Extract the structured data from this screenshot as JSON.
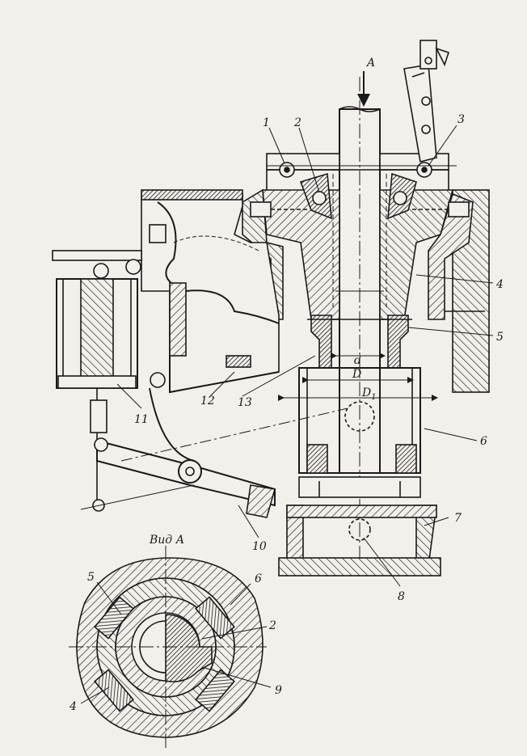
{
  "view_title": "Вид А",
  "direction_label": "A",
  "dimensions": {
    "d": "d",
    "D": "D",
    "D1": "D",
    "D1_sub": "1"
  },
  "part_numbers": [
    "1",
    "2",
    "3",
    "4",
    "5",
    "6",
    "7",
    "8",
    "9",
    "10",
    "11",
    "12",
    "13"
  ],
  "view_callouts": [
    "5",
    "6",
    "2",
    "9",
    "4"
  ],
  "colors": {
    "ink": "#1a1a1a",
    "paper": "#f2f0eb"
  }
}
